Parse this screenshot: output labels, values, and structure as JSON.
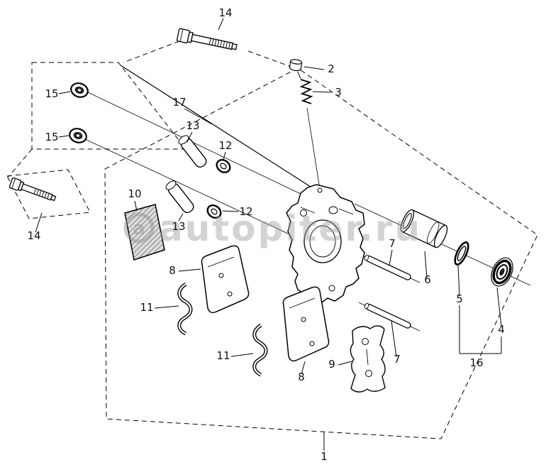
{
  "watermark": {
    "logo_letter": "a",
    "text": "autopiter.ru"
  },
  "callouts": [
    {
      "label": "14"
    },
    {
      "label": "2"
    },
    {
      "label": "3"
    },
    {
      "label": "15"
    },
    {
      "label": "15"
    },
    {
      "label": "17"
    },
    {
      "label": "13"
    },
    {
      "label": "12"
    },
    {
      "label": "14"
    },
    {
      "label": "10"
    },
    {
      "label": "13"
    },
    {
      "label": "12"
    },
    {
      "label": "8"
    },
    {
      "label": "11"
    },
    {
      "label": "11"
    },
    {
      "label": "8"
    },
    {
      "label": "9"
    },
    {
      "label": "7"
    },
    {
      "label": "7"
    },
    {
      "label": "6"
    },
    {
      "label": "5"
    },
    {
      "label": "4"
    },
    {
      "label": "16"
    },
    {
      "label": "1"
    }
  ],
  "colors": {
    "line": "#000000",
    "watermark": "#a8a8a8",
    "background": "#ffffff"
  }
}
